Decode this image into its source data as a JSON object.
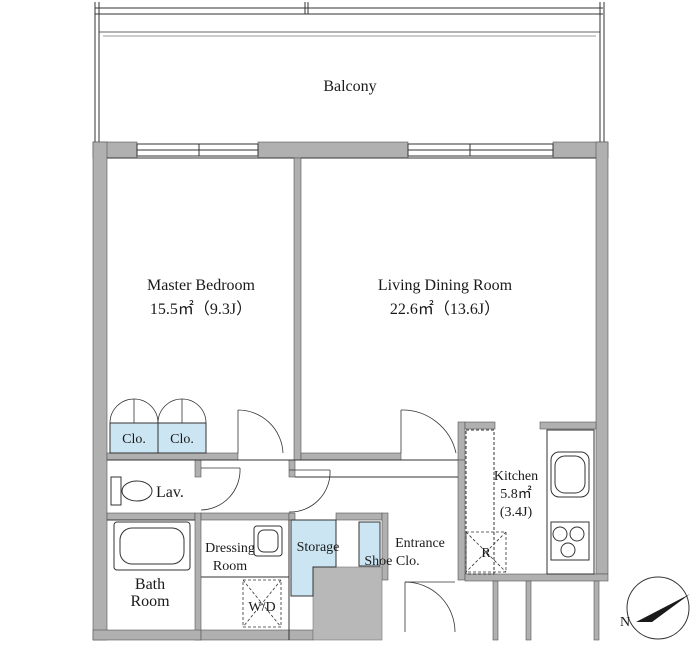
{
  "colors": {
    "wall": "#b0b0b0",
    "wall_dark": "#8c8c8c",
    "storage_fill": "#cbe5f2",
    "line": "#333333"
  },
  "rooms": {
    "balcony": {
      "name": "Balcony"
    },
    "master_bedroom": {
      "name": "Master Bedroom",
      "area": "15.5㎡（9.3J）"
    },
    "living_dining": {
      "name": "Living Dining Room",
      "area": "22.6㎡（13.6J）"
    },
    "kitchen": {
      "name": "Kitchen",
      "area": "5.8㎡",
      "area_j": "(3.4J)"
    },
    "lavatory": {
      "name": "Lav."
    },
    "dressing_room": {
      "name_line1": "Dressing",
      "name_line2": "Room"
    },
    "bath_room": {
      "name_line1": "Bath",
      "name_line2": "Room"
    },
    "storage": {
      "name": "Storage"
    },
    "entrance": {
      "name": "Entrance"
    },
    "shoe_closet": {
      "name": "Shoe Clo."
    },
    "closet_left": {
      "name": "Clo."
    },
    "closet_right": {
      "name": "Clo."
    },
    "washer": {
      "name": "W/D"
    },
    "refrigerator": {
      "name": "R"
    }
  },
  "compass": {
    "label": "N"
  }
}
